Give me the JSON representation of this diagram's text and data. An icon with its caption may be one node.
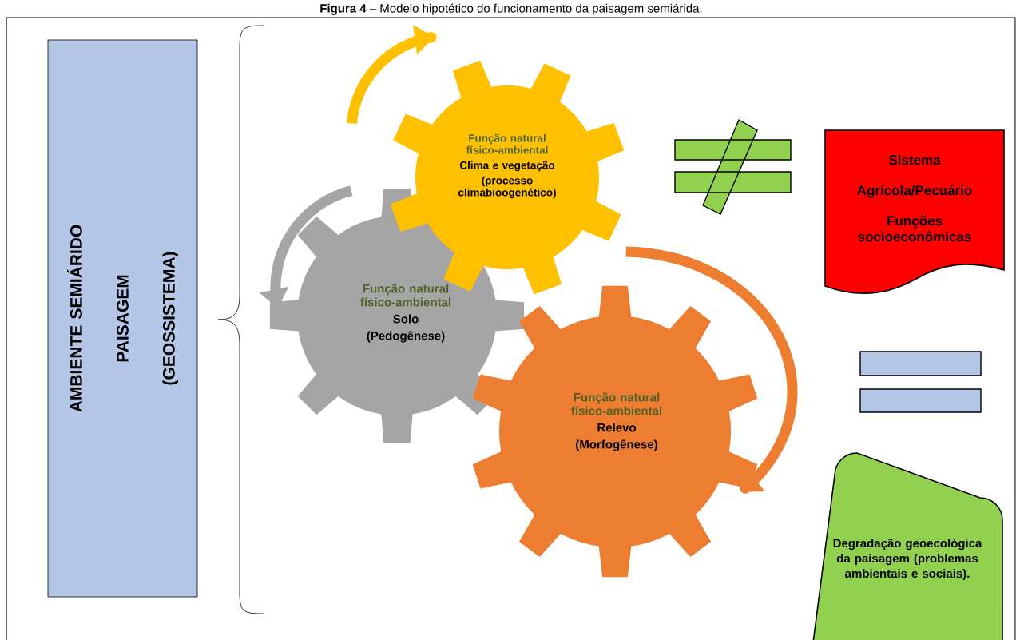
{
  "diagram": {
    "title": "**Figura 4** – Modelo hipotético do funcionamento da paisagem semiárida.",
    "nodes": [
      {
        "text": [
          "AMBIENTE SEMIÁRIDO",
          "PAISAGEM",
          "(GEOSSISTEMA)"
        ]
      },
      {
        "text": [
          "Função natural físico-ambiental",
          "Clima e vegetação",
          "(processo climabioogenético)"
        ]
      },
      {
        "text": [
          "Função natural físico-ambiental",
          "Solo",
          "(Pedogênese)"
        ]
      },
      {
        "text": [
          "Função natural físico-ambiental",
          "Relevo",
          "(Morfogênese)"
        ]
      },
      {
        "text": [
          "Sistema",
          "Agrícola/Pecuário",
          "Funções socioeconômicas"
        ]
      },
      {
        "text": [
          "Degradação geoecológica da paisagem (problemas ambientais e sociais)."
        ]
      }
    ]
  }
}
